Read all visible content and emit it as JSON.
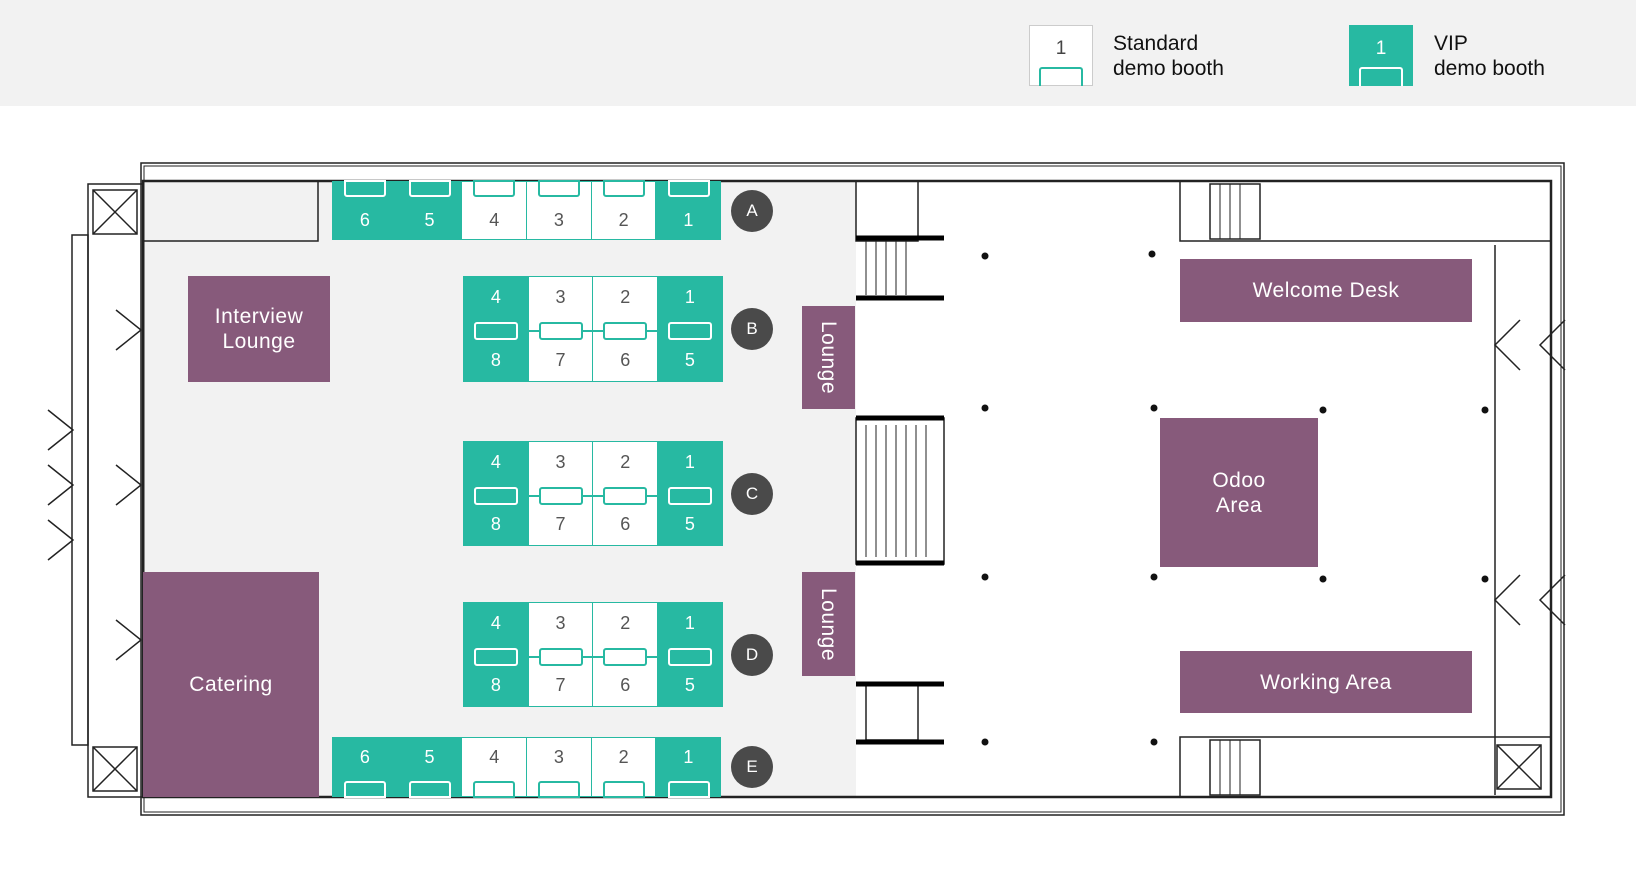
{
  "legend": {
    "standard": {
      "number": "1",
      "line1": "Standard",
      "line2": "demo booth"
    },
    "vip": {
      "number": "1",
      "line1": "VIP",
      "line2": "demo booth"
    }
  },
  "colors": {
    "vip": "#27b9a2",
    "zone": "#875a7b",
    "row_marker": "#4a4a4a"
  },
  "rows": [
    {
      "label": "A",
      "type": "single",
      "table": "top",
      "booths": [
        {
          "n": "6",
          "vip": true
        },
        {
          "n": "5",
          "vip": true
        },
        {
          "n": "4",
          "vip": false
        },
        {
          "n": "3",
          "vip": false
        },
        {
          "n": "2",
          "vip": false
        },
        {
          "n": "1",
          "vip": true
        }
      ]
    },
    {
      "label": "B",
      "type": "double",
      "top": [
        {
          "n": "4",
          "vip": true
        },
        {
          "n": "3",
          "vip": false
        },
        {
          "n": "2",
          "vip": false
        },
        {
          "n": "1",
          "vip": true
        }
      ],
      "bottom": [
        "8",
        "7",
        "6",
        "5"
      ]
    },
    {
      "label": "C",
      "type": "double",
      "top": [
        {
          "n": "4",
          "vip": true
        },
        {
          "n": "3",
          "vip": false
        },
        {
          "n": "2",
          "vip": false
        },
        {
          "n": "1",
          "vip": true
        }
      ],
      "bottom": [
        "8",
        "7",
        "6",
        "5"
      ]
    },
    {
      "label": "D",
      "type": "double",
      "top": [
        {
          "n": "4",
          "vip": true
        },
        {
          "n": "3",
          "vip": false
        },
        {
          "n": "2",
          "vip": false
        },
        {
          "n": "1",
          "vip": true
        }
      ],
      "bottom": [
        "8",
        "7",
        "6",
        "5"
      ]
    },
    {
      "label": "E",
      "type": "single",
      "table": "bottom",
      "booths": [
        {
          "n": "6",
          "vip": true
        },
        {
          "n": "5",
          "vip": true
        },
        {
          "n": "4",
          "vip": false
        },
        {
          "n": "3",
          "vip": false
        },
        {
          "n": "2",
          "vip": false
        },
        {
          "n": "1",
          "vip": true
        }
      ]
    }
  ],
  "zones": {
    "interview_lounge": "Interview\nLounge",
    "catering": "Catering",
    "lounge_1": "Lounge",
    "lounge_2": "Lounge",
    "welcome_desk": "Welcome Desk",
    "odoo_area": "Odoo\nArea",
    "working_area": "Working Area"
  }
}
